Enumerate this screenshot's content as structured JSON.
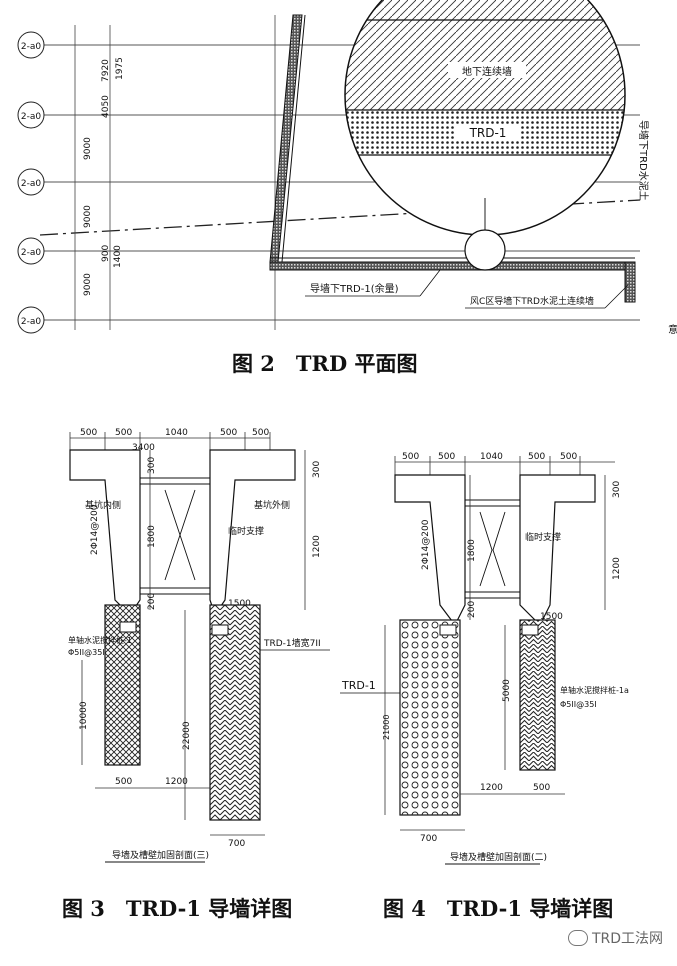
{
  "figure2": {
    "caption": "图 2　TRD 平面图",
    "axis_markers": [
      "2-a0",
      "2-a0",
      "2-a0",
      "2-a0",
      "2-a0"
    ],
    "dims": [
      "7920",
      "1975",
      "4050",
      "9000",
      "9000",
      "900",
      "1400",
      "9000"
    ],
    "labels": {
      "upper_wall": "地下连续墙",
      "trd": "TRD-1",
      "right_vertical": "导墙下TRD水泥土",
      "guide_wall": "导墙下TRD-1(余量)",
      "right_note": "风C区导墙下TRD水泥土连续墙",
      "bottom_mirror": "图A-A平面示意"
    }
  },
  "figure3": {
    "caption": "图 3　TRD-1 导墙详图",
    "dims_top": [
      "500",
      "500",
      "1040",
      "500",
      "500"
    ],
    "dims": [
      "3400",
      "300",
      "300",
      "1800",
      "1200",
      "200",
      "1500",
      "10000",
      "22000",
      "500",
      "1200",
      "700"
    ],
    "labels": {
      "left_side": "基坑内侧",
      "right_side": "基坑外侧",
      "support": "临时支撑",
      "rebar_left": "2Φ14@200",
      "pile_label": "单轴水泥搅拌桩-1",
      "pile_spec": "Φ5II@35I",
      "trd_label": "TRD-1墙宽7II",
      "bottom": "导墙及槽壁加固剖面(三)"
    }
  },
  "figure4": {
    "caption": "图 4　TRD-1 导墙详图",
    "dims_top": [
      "500",
      "500",
      "1040",
      "500",
      "500"
    ],
    "dims": [
      "300",
      "1800",
      "1200",
      "200",
      "1500",
      "21000",
      "5000",
      "1200",
      "500",
      "700"
    ],
    "labels": {
      "rebar_left": "2Φ14@200",
      "support": "临时支撑",
      "trd": "TRD-1",
      "pile_label": "单轴水泥搅拌桩-1a",
      "pile_spec": "Φ5II@35I",
      "bottom": "导墙及槽壁加固剖面(二)"
    }
  },
  "watermark": "TRD工法网"
}
